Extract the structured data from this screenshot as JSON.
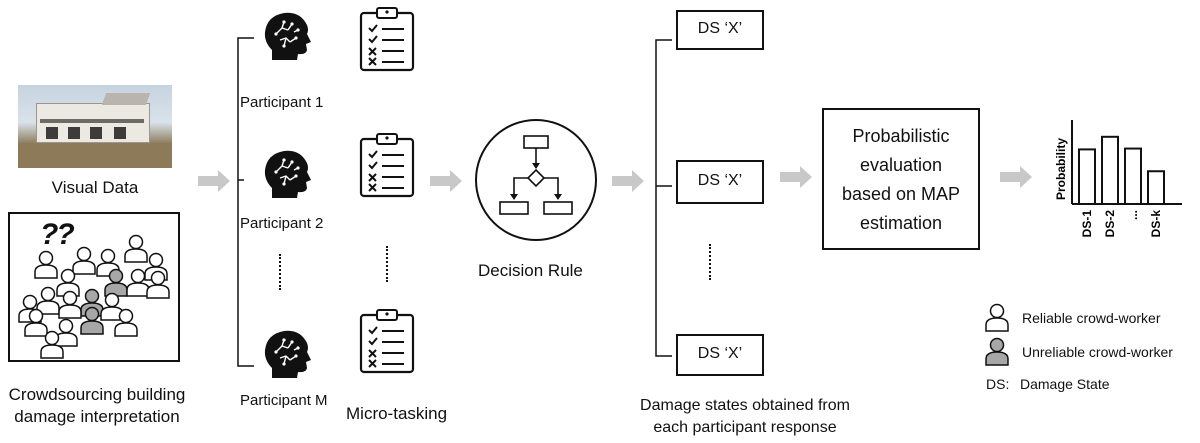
{
  "input": {
    "visual_data_label": "Visual Data",
    "crowd_question_marks": "??",
    "crowdsourcing_label_line1": "Crowdsourcing building",
    "crowdsourcing_label_line2": "damage interpretation"
  },
  "participants": [
    {
      "label": "Participant 1"
    },
    {
      "label": "Participant 2"
    },
    {
      "label": "Participant M"
    }
  ],
  "ellipsis": "……",
  "micro_tasking_label": "Micro-tasking",
  "decision_rule_label": "Decision Rule",
  "damage_states": {
    "boxes": [
      {
        "label": "DS ‘X’"
      },
      {
        "label": "DS ‘X’"
      },
      {
        "label": "DS ‘X’"
      }
    ],
    "caption_line1": "Damage states obtained from",
    "caption_line2": "each participant response"
  },
  "evaluation": {
    "line1": "Probabilistic",
    "line2": "evaluation",
    "line3": "based on MAP",
    "line4": "estimation"
  },
  "chart_data": {
    "type": "bar",
    "categories": [
      "DS-1",
      "DS-2",
      "...",
      "DS-k"
    ],
    "values": [
      0.65,
      0.8,
      0.66,
      0.39
    ],
    "title": "",
    "xlabel": "",
    "ylabel": "Probability",
    "ylim": [
      0,
      1
    ]
  },
  "legend": {
    "reliable": "Reliable crowd-worker",
    "unreliable": "Unreliable crowd-worker",
    "ds_key": "DS:",
    "ds_value": "Damage State"
  },
  "colors": {
    "arrow": "#c8c8c8",
    "line": "#111111",
    "photo_sky": "#c9d6e3",
    "photo_ground": "#8a7a5c",
    "unreliable_fill": "#a7a7a7"
  }
}
